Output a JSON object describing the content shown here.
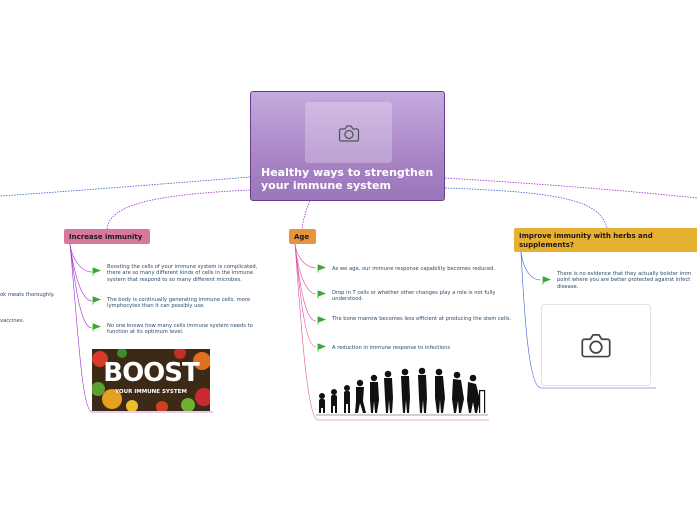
{
  "central": {
    "title": "Healthy ways to strengthen your immune system",
    "image_icon": "camera-icon"
  },
  "left_fragments": [
    "ok meats thoroughly.",
    "vaccines."
  ],
  "topics": [
    {
      "label": "Increase immunity",
      "color": "#d9789f",
      "leaves": [
        "Boosting the cells of your immune system is complicated, there are so many different kinds of cells in the immune system that respond to so many different microbes.",
        "The body is continually generating immune cells, more lymphocytes than it can possibly use.",
        "No one knows how many cells immune system needs to function at its optimum level."
      ],
      "image": {
        "text_big": "BOOST",
        "text_small": "YOUR IMMUNE SYSTEM"
      }
    },
    {
      "label": "Age",
      "color": "#e8943a",
      "leaves": [
        "As we age, our immune response capability becomes reduced.",
        "Drop in T cells or whether other changes play a role is not fully understood.",
        "The bone marrow becomes less efficient at producing the stem cells.",
        "A reduction in immune response to infections"
      ]
    },
    {
      "label": "Improve immunity with herbs and supplements?",
      "color": "#e8b030",
      "leaves": [
        "There is no evidence that they actually bolster imm point where you are better protected against infect disease."
      ],
      "image_icon": "camera-icon"
    }
  ],
  "colors": {
    "central_border": "#6a3d8c",
    "flag_green": "#3aa830",
    "line_blue": "#3a5ed8",
    "line_purple": "#a030c8",
    "line_pink": "#e050a0"
  }
}
